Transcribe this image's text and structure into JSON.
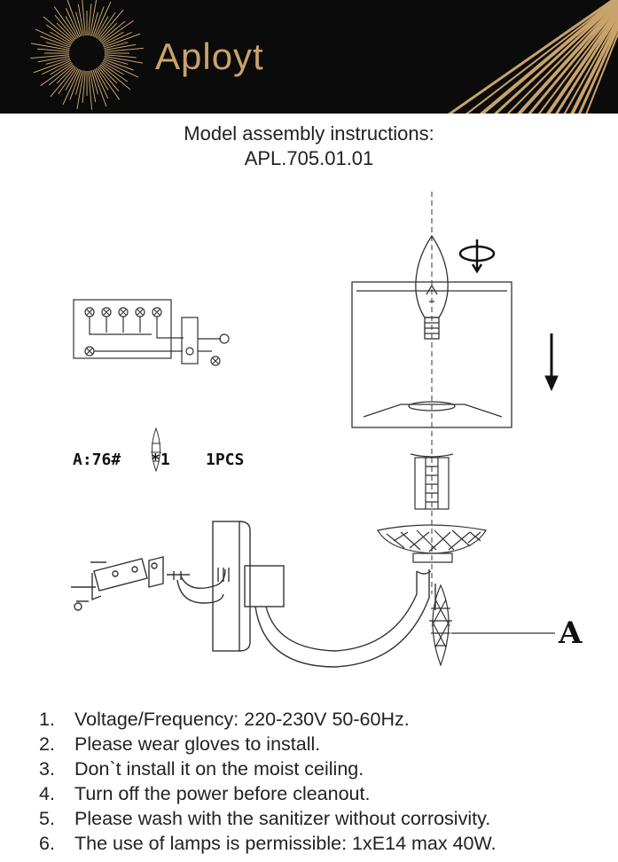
{
  "header": {
    "brand": "Aployt",
    "colors": {
      "background": "#0b0b0b",
      "accent": "#c9a36b"
    },
    "logo_icon": "sunburst-icon"
  },
  "title": {
    "line1": "Model assembly instructions:",
    "line2": "APL.705.01.01"
  },
  "diagram": {
    "part": {
      "label": "A:76#",
      "mark": "*1",
      "qty": "1PCS"
    },
    "callout": "A",
    "icons": [
      "wiring-terminal-diagram",
      "candle-bulb-icon",
      "rotate-arrow-icon",
      "down-arrow-icon",
      "crystal-pendant-icon",
      "wall-sconce-drawing"
    ]
  },
  "notes": [
    {
      "num": "1.",
      "text": "Voltage/Frequency: 220-230V 50-60Hz."
    },
    {
      "num": "2.",
      "text": "Please wear gloves to install."
    },
    {
      "num": "3.",
      "text": "Don`t install it on the moist ceiling."
    },
    {
      "num": "4.",
      "text": "Turn off the power before cleanout."
    },
    {
      "num": "5.",
      "text": "Please wash with the sanitizer without corrosivity."
    },
    {
      "num": "6.",
      "text": "The use of lamps is permissible: 1xE14 max 40W."
    }
  ]
}
